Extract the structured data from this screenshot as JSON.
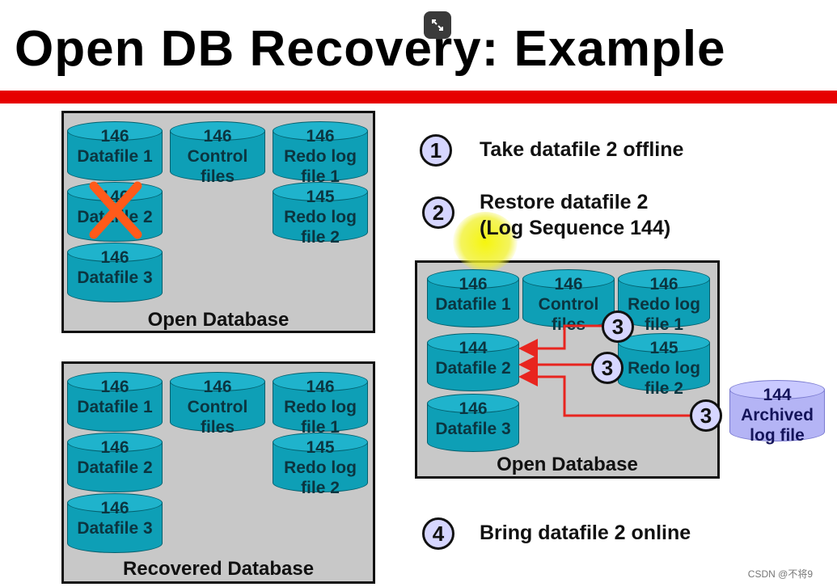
{
  "title": "Open DB Recovery: Example",
  "steps": [
    {
      "num": "1",
      "lines": [
        "Take datafile 2 offline"
      ]
    },
    {
      "num": "2",
      "lines": [
        "Restore datafile 2",
        "(Log Sequence 144)"
      ]
    },
    {
      "num": "4",
      "lines": [
        "Bring datafile 2 online"
      ]
    }
  ],
  "panels": {
    "open1": {
      "label": "Open Database",
      "cylinders": {
        "df1": [
          "146",
          "Datafile 1"
        ],
        "ctrl": [
          "146",
          "Control",
          "files"
        ],
        "redo1": [
          "146",
          "Redo log",
          "file 1"
        ],
        "df2": [
          "146",
          "Datafile 2"
        ],
        "redo2": [
          "145",
          "Redo log",
          "file 2"
        ],
        "df3": [
          "146",
          "Datafile 3"
        ]
      }
    },
    "recovered": {
      "label": "Recovered Database",
      "cylinders": {
        "df1": [
          "146",
          "Datafile 1"
        ],
        "ctrl": [
          "146",
          "Control",
          "files"
        ],
        "redo1": [
          "146",
          "Redo log",
          "file 1"
        ],
        "df2": [
          "146",
          "Datafile 2"
        ],
        "redo2": [
          "145",
          "Redo log",
          "file 2"
        ],
        "df3": [
          "146",
          "Datafile 3"
        ]
      }
    },
    "open2": {
      "label": "Open Database",
      "cylinders": {
        "df1": [
          "146",
          "Datafile 1"
        ],
        "ctrl": [
          "146",
          "Control",
          "files"
        ],
        "redo1": [
          "146",
          "Redo log",
          "file 1"
        ],
        "df2": [
          "144",
          "Datafile 2"
        ],
        "redo2": [
          "145",
          "Redo log",
          "file 2"
        ],
        "df3": [
          "146",
          "Datafile 3"
        ]
      }
    }
  },
  "archived": [
    "144",
    "Archived",
    "log file"
  ],
  "recover_step": "3",
  "footer": "CSDN @不将9",
  "colors": {
    "cylinder": "#0e9fb6",
    "archived": "#b4b4f5",
    "red_bar": "#e60000",
    "arrow": "#e8251f",
    "x_mark": "#ff5a1a"
  }
}
